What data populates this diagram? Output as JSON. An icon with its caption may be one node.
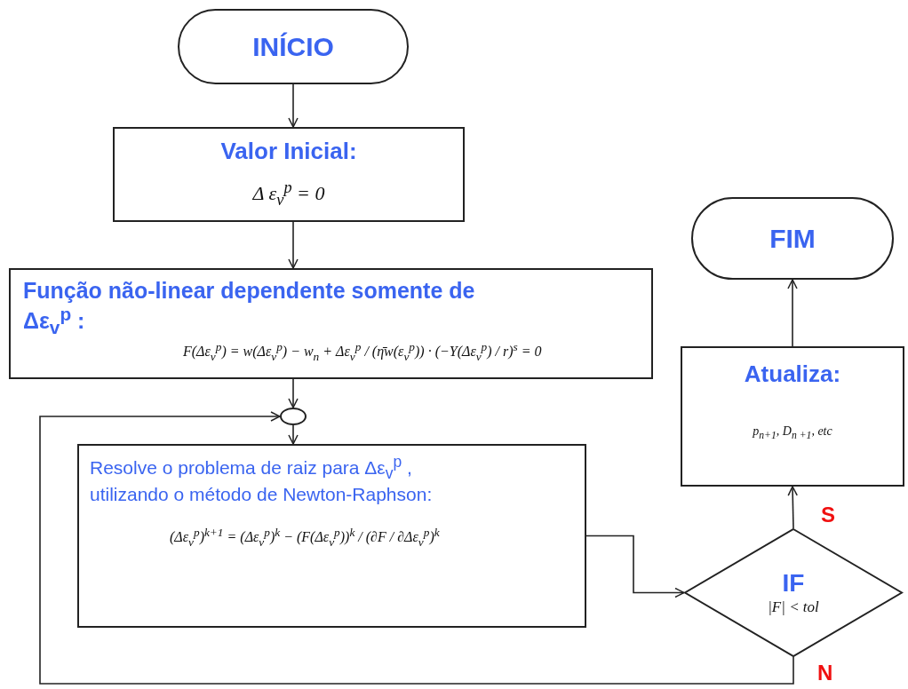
{
  "diagram": {
    "nodes": [
      {
        "text": [
          "INÍCIO"
        ]
      },
      {
        "text": [
          "Valor Inicial:",
          "Δ ε$_{v}$$^{p}$ = 0"
        ]
      },
      {
        "text": [
          "Função não-linear dependente somente de Δε$_{v}$$^{p}$ :",
          "F(Δε$_{v}$$^{p}$) = w(Δε$_{v}$$^{p}$) − w$_{n}$ + Δε$_{v}$$^{p}$ / (η̄w(ε$_{v}$$^{p}$)) · (−Y(Δε$_{v}$$^{p}$) / r)$^{s}$ = 0"
        ]
      },
      {
        "text": [],
        "shape": "circle"
      },
      {
        "text": [
          "Resolve o problema de raiz para Δε$_{v}$$^{p}$ , utilizando o método de Newton-Raphson:",
          "(Δε$_{v}$$^{p}$)$^{k+1}$ = (Δε$_{v}$$^{p}$)$^{k}$ − (F(Δε$_{v}$$^{p}$))$^{k}$ / (∂F / ∂Δε$_{v}$$^{p}$)$^{k}$"
        ]
      },
      {
        "text": [
          "IF",
          "|F| < tol"
        ]
      },
      {
        "text": [
          "Atualiza:",
          "p$_{n+1}$, D$_{n +1}$, etc"
        ]
      },
      {
        "text": [
          "FIM"
        ]
      }
    ],
    "edges": [
      {
        "from": 0,
        "to": 1,
        "arrow": "to"
      },
      {
        "from": 1,
        "to": 2,
        "arrow": "to"
      },
      {
        "from": 2,
        "to": 3,
        "arrow": "to"
      },
      {
        "from": 3,
        "to": 4,
        "arrow": "to"
      },
      {
        "from": 4,
        "to": 5,
        "arrow": "to"
      },
      {
        "from": 5,
        "to": 6,
        "arrow": "to",
        "label": "S"
      },
      {
        "from": 6,
        "to": 7,
        "arrow": "to"
      },
      {
        "from": 5,
        "to": 3,
        "arrow": "to",
        "label": "N"
      }
    ]
  }
}
